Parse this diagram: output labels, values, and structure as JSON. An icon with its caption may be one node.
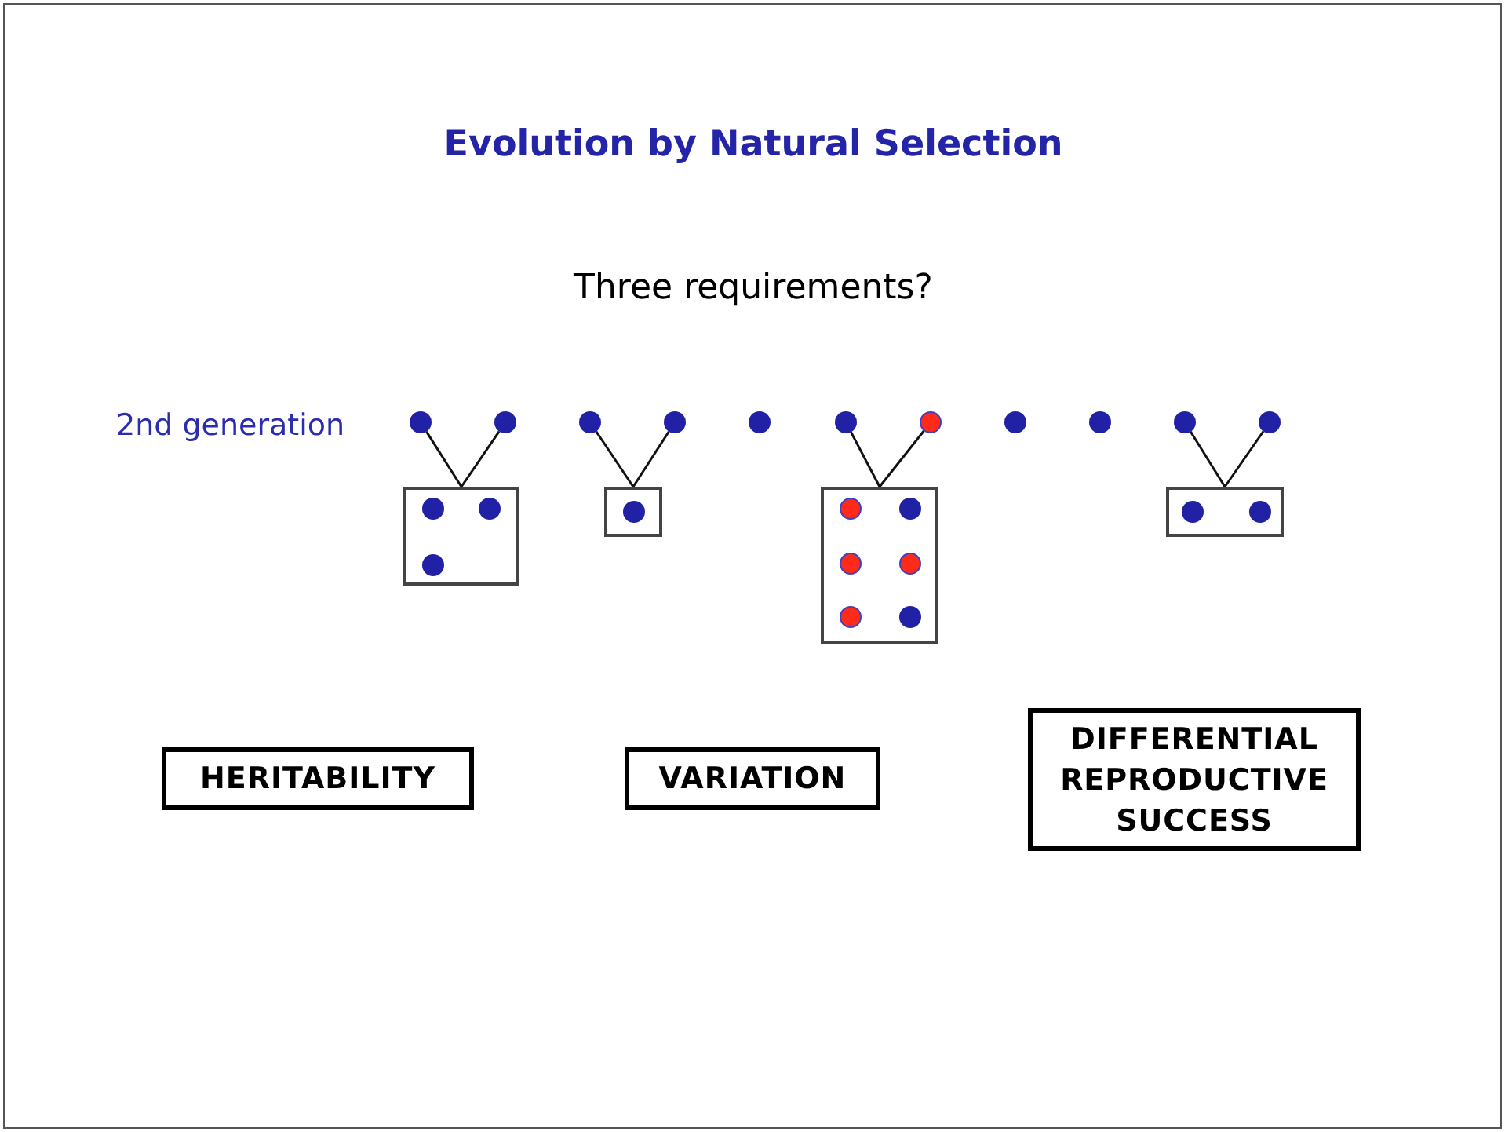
{
  "diagram": {
    "title": "Evolution by Natural Selection",
    "nodes": [
      {
        "text": [],
        "shape": "circle"
      },
      {
        "text": [],
        "shape": "circle"
      },
      {
        "text": [],
        "shape": "circle"
      },
      {
        "text": [],
        "shape": "circle"
      },
      {
        "text": [],
        "shape": "circle"
      },
      {
        "text": [],
        "shape": "circle"
      },
      {
        "text": [],
        "shape": "circle"
      },
      {
        "text": [],
        "shape": "circle"
      },
      {
        "text": [],
        "shape": "circle"
      },
      {
        "text": [],
        "shape": "circle"
      },
      {
        "text": [],
        "shape": "circle"
      },
      {
        "text": [],
        "shape": "box"
      },
      {
        "text": [],
        "shape": "circle",
        "in": 11
      },
      {
        "text": [],
        "shape": "circle",
        "in": 11
      },
      {
        "text": [],
        "shape": "circle",
        "in": 11
      },
      {
        "text": [],
        "shape": "box"
      },
      {
        "text": [],
        "shape": "circle",
        "in": 15
      },
      {
        "text": [],
        "shape": "box"
      },
      {
        "text": [],
        "shape": "circle",
        "in": 17
      },
      {
        "text": [],
        "shape": "circle",
        "in": 17
      },
      {
        "text": [],
        "shape": "circle",
        "in": 17
      },
      {
        "text": [],
        "shape": "circle",
        "in": 17
      },
      {
        "text": [],
        "shape": "circle",
        "in": 17
      },
      {
        "text": [],
        "shape": "circle",
        "in": 17
      },
      {
        "text": [],
        "shape": "box"
      },
      {
        "text": [],
        "shape": "circle",
        "in": 24
      },
      {
        "text": [],
        "shape": "circle",
        "in": 24
      },
      {
        "text": [
          "HERITABILITY"
        ]
      },
      {
        "text": [
          "VARIATION"
        ]
      },
      {
        "text": [
          "DIFFERENTIAL REPRODUCTIVE SUCCESS"
        ]
      }
    ],
    "edges": [
      {
        "from": 0,
        "to": 11,
        "arrow": "none"
      },
      {
        "from": 1,
        "to": 11,
        "arrow": "none"
      },
      {
        "from": 2,
        "to": 15,
        "arrow": "none"
      },
      {
        "from": 3,
        "to": 15,
        "arrow": "none"
      },
      {
        "from": 5,
        "to": 17,
        "arrow": "none"
      },
      {
        "from": 6,
        "to": 17,
        "arrow": "none"
      },
      {
        "from": 9,
        "to": 24,
        "arrow": "none"
      },
      {
        "from": 10,
        "to": 24,
        "arrow": "none"
      }
    ],
    "labels": [
      "Three requirements?",
      "2nd generation"
    ]
  }
}
